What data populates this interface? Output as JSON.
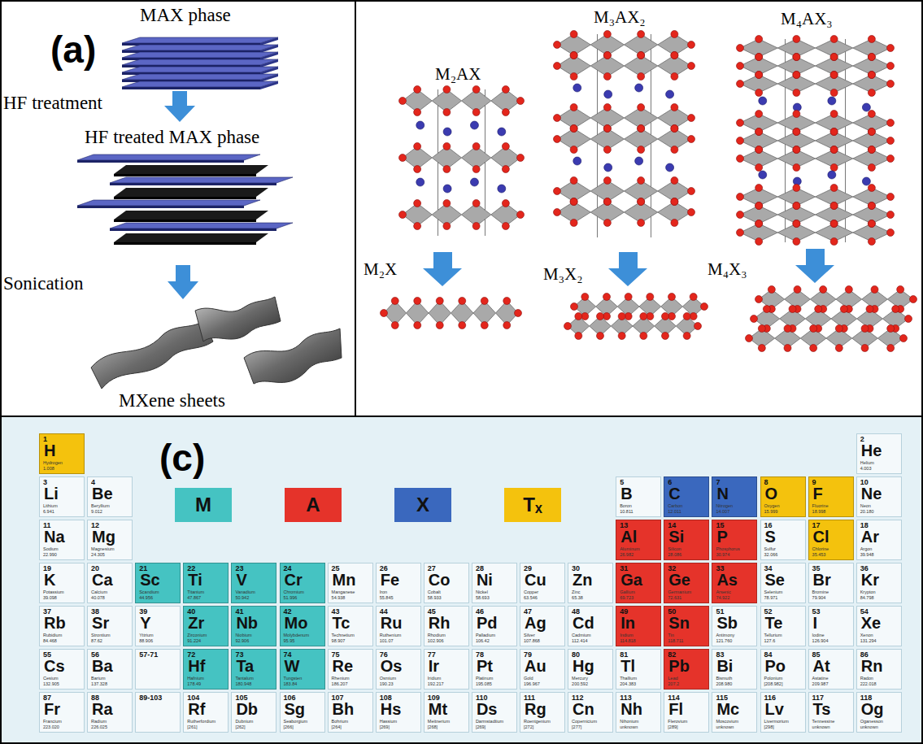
{
  "diagram": {
    "nodes": [
      {
        "text": [
          "1",
          "H",
          "Hydrogen",
          "1.008"
        ]
      },
      {
        "text": [
          "2",
          "He",
          "Helium",
          "4.003"
        ]
      },
      {
        "text": [
          "3",
          "Li",
          "Lithium",
          "6.941"
        ]
      },
      {
        "text": [
          "4",
          "Be",
          "Beryllium",
          "9.012"
        ]
      },
      {
        "text": [
          "5",
          "B",
          "Boron",
          "10.811"
        ]
      },
      {
        "text": [
          "6",
          "C",
          "Carbon",
          "12.011"
        ]
      },
      {
        "text": [
          "7",
          "N",
          "Nitrogen",
          "14.007"
        ]
      },
      {
        "text": [
          "8",
          "O",
          "Oxygen",
          "15.999"
        ]
      },
      {
        "text": [
          "9",
          "F",
          "Fluorine",
          "18.998"
        ]
      },
      {
        "text": [
          "10",
          "Ne",
          "Neon",
          "20.180"
        ]
      },
      {
        "text": [
          "11",
          "Na",
          "Sodium",
          "22.990"
        ]
      },
      {
        "text": [
          "12",
          "Mg",
          "Magnesium",
          "24.305"
        ]
      },
      {
        "text": [
          "13",
          "Al",
          "Aluminum",
          "26.982"
        ]
      },
      {
        "text": [
          "14",
          "Si",
          "Silicon",
          "28.086"
        ]
      },
      {
        "text": [
          "15",
          "P",
          "Phosphorus",
          "30.974"
        ]
      },
      {
        "text": [
          "16",
          "S",
          "Sulfur",
          "32.066"
        ]
      },
      {
        "text": [
          "17",
          "Cl",
          "Chlorine",
          "35.453"
        ]
      },
      {
        "text": [
          "18",
          "Ar",
          "Argon",
          "39.948"
        ]
      },
      {
        "text": [
          "19",
          "K",
          "Potassium",
          "39.098"
        ]
      },
      {
        "text": [
          "20",
          "Ca",
          "Calcium",
          "40.078"
        ]
      },
      {
        "text": [
          "21",
          "Sc",
          "Scandium",
          "44.956"
        ]
      },
      {
        "text": [
          "22",
          "Ti",
          "Titanium",
          "47.867"
        ]
      },
      {
        "text": [
          "23",
          "V",
          "Vanadium",
          "50.942"
        ]
      },
      {
        "text": [
          "24",
          "Cr",
          "Chromium",
          "51.996"
        ]
      },
      {
        "text": [
          "25",
          "Mn",
          "Manganese",
          "54.938"
        ]
      },
      {
        "text": [
          "26",
          "Fe",
          "Iron",
          "55.845"
        ]
      },
      {
        "text": [
          "27",
          "Co",
          "Cobalt",
          "58.933"
        ]
      },
      {
        "text": [
          "28",
          "Ni",
          "Nickel",
          "58.693"
        ]
      },
      {
        "text": [
          "29",
          "Cu",
          "Copper",
          "63.546"
        ]
      },
      {
        "text": [
          "30",
          "Zn",
          "Zinc",
          "65.38"
        ]
      },
      {
        "text": [
          "31",
          "Ga",
          "Gallium",
          "69.723"
        ]
      },
      {
        "text": [
          "32",
          "Ge",
          "Germanium",
          "72.631"
        ]
      },
      {
        "text": [
          "33",
          "As",
          "Arsenic",
          "74.922"
        ]
      },
      {
        "text": [
          "34",
          "Se",
          "Selenium",
          "78.971"
        ]
      },
      {
        "text": [
          "35",
          "Br",
          "Bromine",
          "79.904"
        ]
      },
      {
        "text": [
          "36",
          "Kr",
          "Krypton",
          "84.798"
        ]
      },
      {
        "text": [
          "37",
          "Rb",
          "Rubidium",
          "84.468"
        ]
      },
      {
        "text": [
          "38",
          "Sr",
          "Strontium",
          "87.62"
        ]
      },
      {
        "text": [
          "39",
          "Y",
          "Yttrium",
          "88.906"
        ]
      },
      {
        "text": [
          "40",
          "Zr",
          "Zirconium",
          "91.224"
        ]
      },
      {
        "text": [
          "41",
          "Nb",
          "Niobium",
          "92.906"
        ]
      },
      {
        "text": [
          "42",
          "Mo",
          "Molybdenum",
          "95.95"
        ]
      },
      {
        "text": [
          "43",
          "Tc",
          "Technetium",
          "98.907"
        ]
      },
      {
        "text": [
          "44",
          "Ru",
          "Ruthenium",
          "101.07"
        ]
      },
      {
        "text": [
          "45",
          "Rh",
          "Rhodium",
          "102.906"
        ]
      },
      {
        "text": [
          "46",
          "Pd",
          "Palladium",
          "106.42"
        ]
      },
      {
        "text": [
          "47",
          "Ag",
          "Silver",
          "107.868"
        ]
      },
      {
        "text": [
          "48",
          "Cd",
          "Cadmium",
          "112.414"
        ]
      },
      {
        "text": [
          "49",
          "In",
          "Indium",
          "114.818"
        ]
      },
      {
        "text": [
          "50",
          "Sn",
          "Tin",
          "118.711"
        ]
      },
      {
        "text": [
          "51",
          "Sb",
          "Antimony",
          "121.760"
        ]
      },
      {
        "text": [
          "52",
          "Te",
          "Tellurium",
          "127.6"
        ]
      },
      {
        "text": [
          "53",
          "I",
          "Iodine",
          "126.904"
        ]
      },
      {
        "text": [
          "54",
          "Xe",
          "Xenon",
          "131.294"
        ]
      },
      {
        "text": [
          "55",
          "Cs",
          "Cesium",
          "132.905"
        ]
      },
      {
        "text": [
          "56",
          "Ba",
          "Barium",
          "137.328"
        ]
      },
      {
        "text": [
          "57-71"
        ]
      },
      {
        "text": [
          "72",
          "Hf",
          "Hafnium",
          "178.49"
        ]
      },
      {
        "text": [
          "73",
          "Ta",
          "Tantalum",
          "180.948"
        ]
      },
      {
        "text": [
          "74",
          "W",
          "Tungsten",
          "183.84"
        ]
      },
      {
        "text": [
          "75",
          "Re",
          "Rhenium",
          "186.207"
        ]
      },
      {
        "text": [
          "76",
          "Os",
          "Osmium",
          "190.23"
        ]
      },
      {
        "text": [
          "77",
          "Ir",
          "Iridium",
          "192.217"
        ]
      },
      {
        "text": [
          "78",
          "Pt",
          "Platinum",
          "195.085"
        ]
      },
      {
        "text": [
          "79",
          "Au",
          "Gold",
          "196.967"
        ]
      },
      {
        "text": [
          "80",
          "Hg",
          "Mercury",
          "200.592"
        ]
      },
      {
        "text": [
          "81",
          "Tl",
          "Thallium",
          "204.383"
        ]
      },
      {
        "text": [
          "82",
          "Pb",
          "Lead",
          "207.2"
        ]
      },
      {
        "text": [
          "83",
          "Bi",
          "Bismuth",
          "208.980"
        ]
      },
      {
        "text": [
          "84",
          "Po",
          "Polonium",
          "[208.982]"
        ]
      },
      {
        "text": [
          "85",
          "At",
          "Astatine",
          "209.987"
        ]
      },
      {
        "text": [
          "86",
          "Rn",
          "Radon",
          "222.018"
        ]
      },
      {
        "text": [
          "87",
          "Fr",
          "Francium",
          "223.020"
        ]
      },
      {
        "text": [
          "88",
          "Ra",
          "Radium",
          "226.025"
        ]
      },
      {
        "text": [
          "89-103"
        ]
      },
      {
        "text": [
          "104",
          "Rf",
          "Rutherfordium",
          "[261]"
        ]
      },
      {
        "text": [
          "105",
          "Db",
          "Dubnium",
          "[262]"
        ]
      },
      {
        "text": [
          "106",
          "Sg",
          "Seaborgium",
          "[266]"
        ]
      },
      {
        "text": [
          "107",
          "Bh",
          "Bohrium",
          "[264]"
        ]
      },
      {
        "text": [
          "108",
          "Hs",
          "Hassium",
          "[269]"
        ]
      },
      {
        "text": [
          "109",
          "Mt",
          "Meitnerium",
          "[268]"
        ]
      },
      {
        "text": [
          "110",
          "Ds",
          "Darmstadtium",
          "[269]"
        ]
      },
      {
        "text": [
          "111",
          "Rg",
          "Roentgenium",
          "[272]"
        ]
      },
      {
        "text": [
          "112",
          "Cn",
          "Copernicium",
          "[277]"
        ]
      },
      {
        "text": [
          "113",
          "Nh",
          "Nihonium",
          "unknown"
        ]
      },
      {
        "text": [
          "114",
          "Fl",
          "Flerovium",
          "[289]"
        ]
      },
      {
        "text": [
          "115",
          "Mc",
          "Moscovium",
          "unknown"
        ]
      },
      {
        "text": [
          "116",
          "Lv",
          "Livermorium",
          "[298]"
        ]
      },
      {
        "text": [
          "117",
          "Ts",
          "Tennessine",
          "unknown"
        ]
      },
      {
        "text": [
          "118",
          "Og",
          "Oganesson",
          "unknown"
        ]
      }
    ],
    "labels": [
      "(a)",
      "MAX phase",
      "HF treatment",
      "HF treated MAX phase",
      "Sonication",
      "MXene sheets",
      "M₂AX",
      "M₃AX₂",
      "M₄AX₃",
      "M₂X",
      "M₃X₂",
      "M₄X₃",
      "(c)"
    ],
    "legend": [
      {
        "text": "M",
        "color": "#45c3c2"
      },
      {
        "text": "A",
        "color": "#e5332a"
      },
      {
        "text": "X",
        "color": "#3a68be"
      },
      {
        "text": "Tₓ",
        "color": "#f4c20d"
      }
    ]
  }
}
